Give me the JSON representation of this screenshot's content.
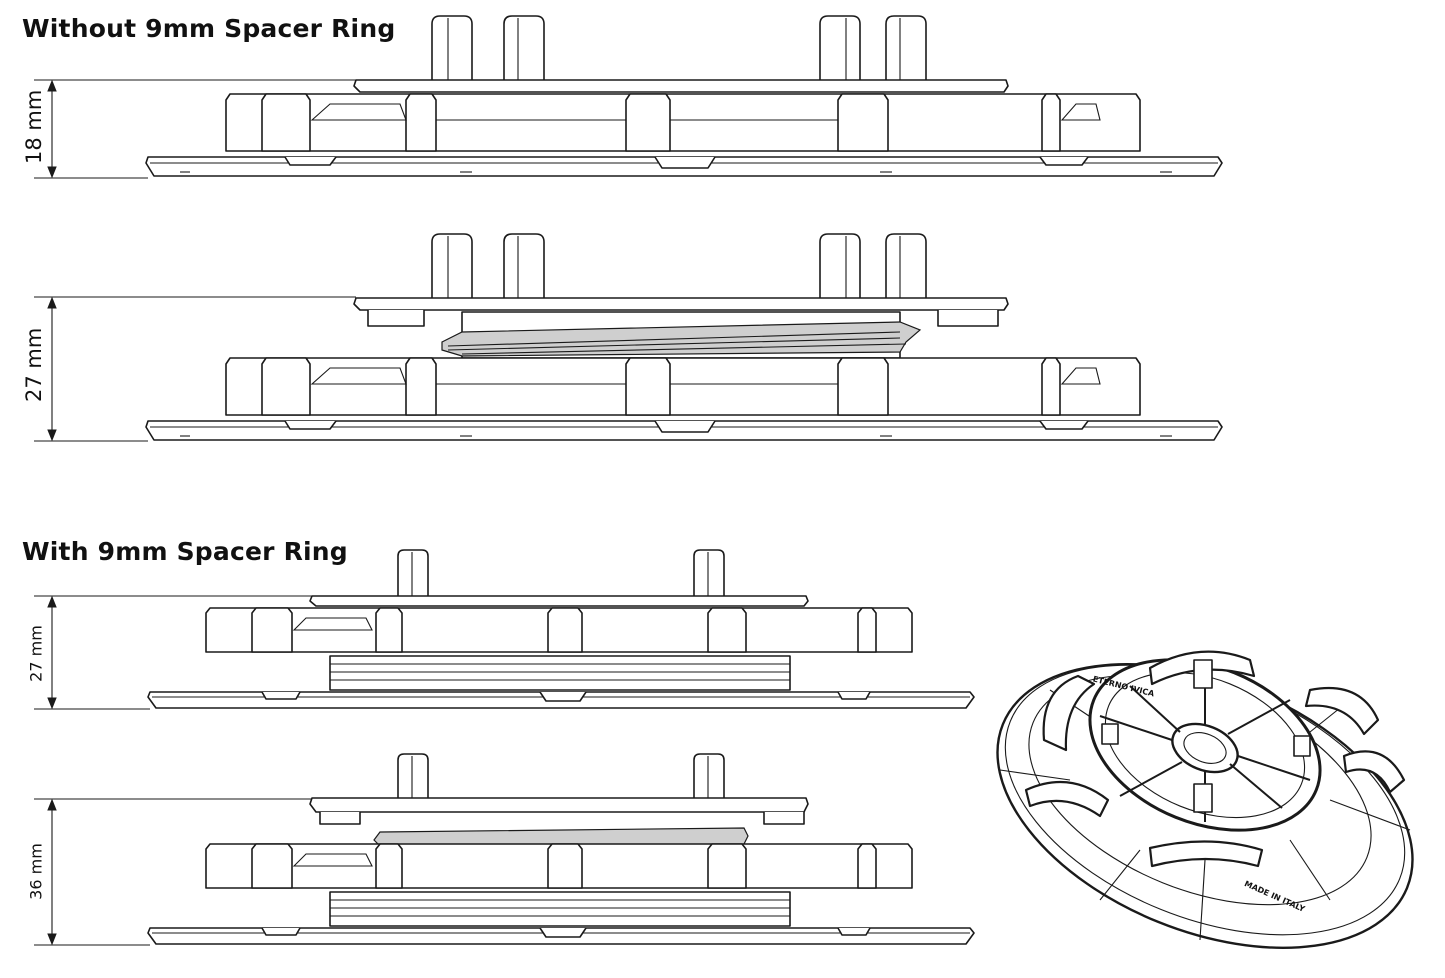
{
  "sections": [
    {
      "heading": "Without 9mm Spacer Ring"
    },
    {
      "heading": "With 9mm Spacer Ring"
    }
  ],
  "dimensions": {
    "d1": "18 mm",
    "d2": "27 mm",
    "d3": "27 mm",
    "d4": "36 mm"
  },
  "product_markings": {
    "brand": "ETERNO IVICA",
    "origin": "MADE IN ITALY"
  }
}
